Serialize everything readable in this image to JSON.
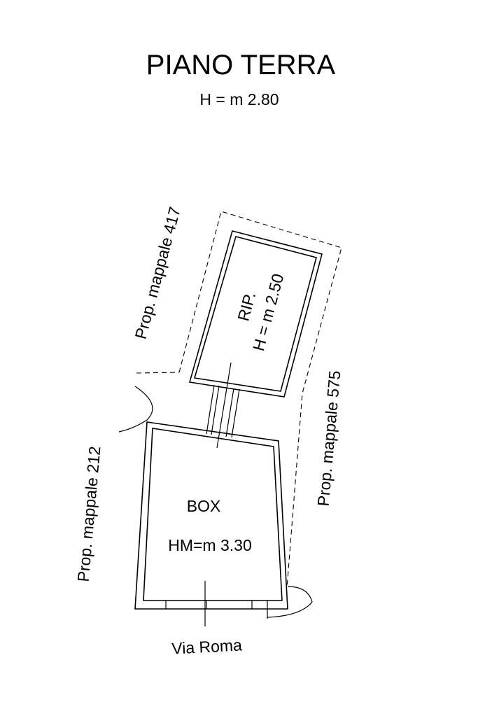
{
  "title": "PIANO TERRA",
  "subtitle": "H = m 2.80",
  "rooms": {
    "rip": {
      "name": "RIP.",
      "height": "H = m 2.50"
    },
    "box": {
      "name": "BOX",
      "height": "HM=m 3.30"
    }
  },
  "neighbours": {
    "north_west": "Prop. mappale 417",
    "east": "Prop. mappale 575",
    "west": "Prop. mappale 212"
  },
  "street": "Via Roma"
}
